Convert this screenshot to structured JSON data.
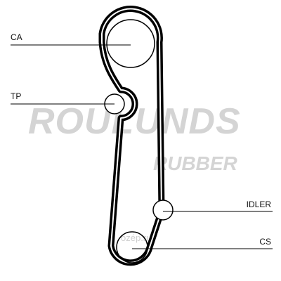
{
  "diagram": {
    "labels": {
      "ca": "CA",
      "tp": "TP",
      "idler": "IDLER",
      "cs": "CS"
    },
    "watermark": {
      "brand": "ROULUNDS",
      "sub": "RUBBER",
      "corner": "ozép.ru"
    },
    "colors": {
      "belt": "#000000",
      "lines": "#000000",
      "watermark": "#d4d4d4"
    }
  }
}
